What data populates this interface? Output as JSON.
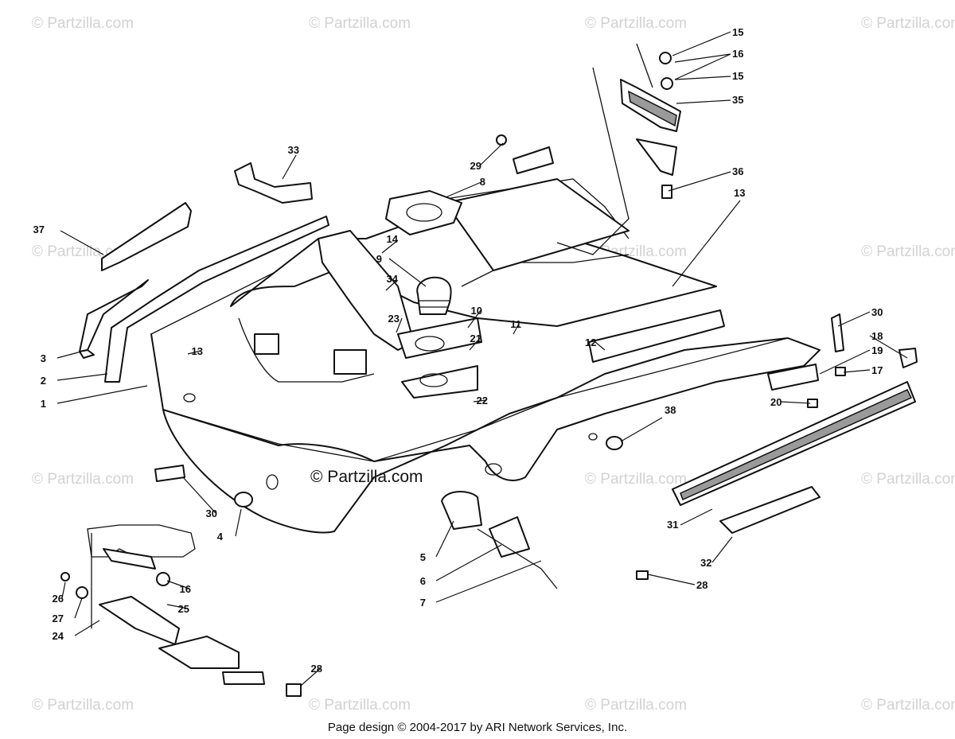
{
  "watermark": "© Partzilla.com",
  "center_watermark": "© Partzilla.com",
  "footer": "Page design © 2004-2017 by ARI Network Services, Inc.",
  "callouts": [
    "1",
    "2",
    "3",
    "4",
    "5",
    "6",
    "7",
    "8",
    "9",
    "10",
    "11",
    "12",
    "13",
    "13",
    "14",
    "15",
    "15",
    "16",
    "16",
    "17",
    "18",
    "19",
    "20",
    "21",
    "22",
    "23",
    "24",
    "25",
    "26",
    "27",
    "28",
    "28",
    "29",
    "30",
    "30",
    "31",
    "32",
    "33",
    "34",
    "35",
    "36",
    "37",
    "38"
  ]
}
